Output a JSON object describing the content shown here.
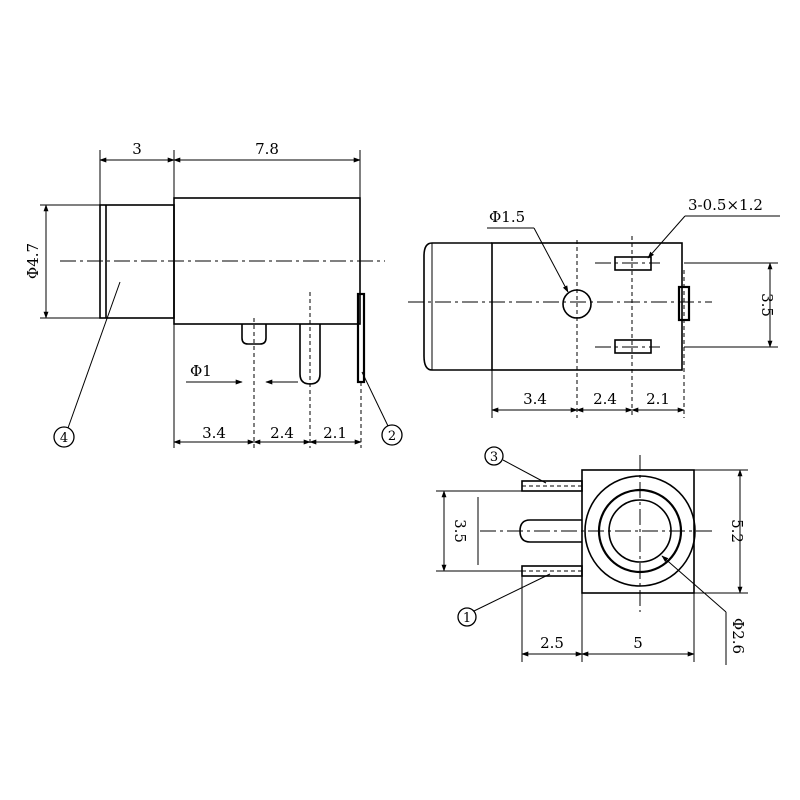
{
  "side_view": {
    "dim_top_left": "3",
    "dim_top_right": "7.8",
    "dim_height": "Φ4.7",
    "dim_pin": "Φ1",
    "dim_bottom": [
      "3.4",
      "2.4",
      "2.1"
    ],
    "callouts": [
      "4",
      "2"
    ]
  },
  "top_view": {
    "dim_hole": "Φ1.5",
    "dim_slot": "3-0.5×1.2",
    "dim_pitch": "3.5",
    "dim_bottom": [
      "3.4",
      "2.4",
      "2.1"
    ]
  },
  "front_view": {
    "dim_left": "3.5",
    "dim_right": "5.2",
    "dim_bore": "Φ2.6",
    "dim_bottom": [
      "2.5",
      "5"
    ],
    "callouts": [
      "3",
      "1"
    ]
  }
}
